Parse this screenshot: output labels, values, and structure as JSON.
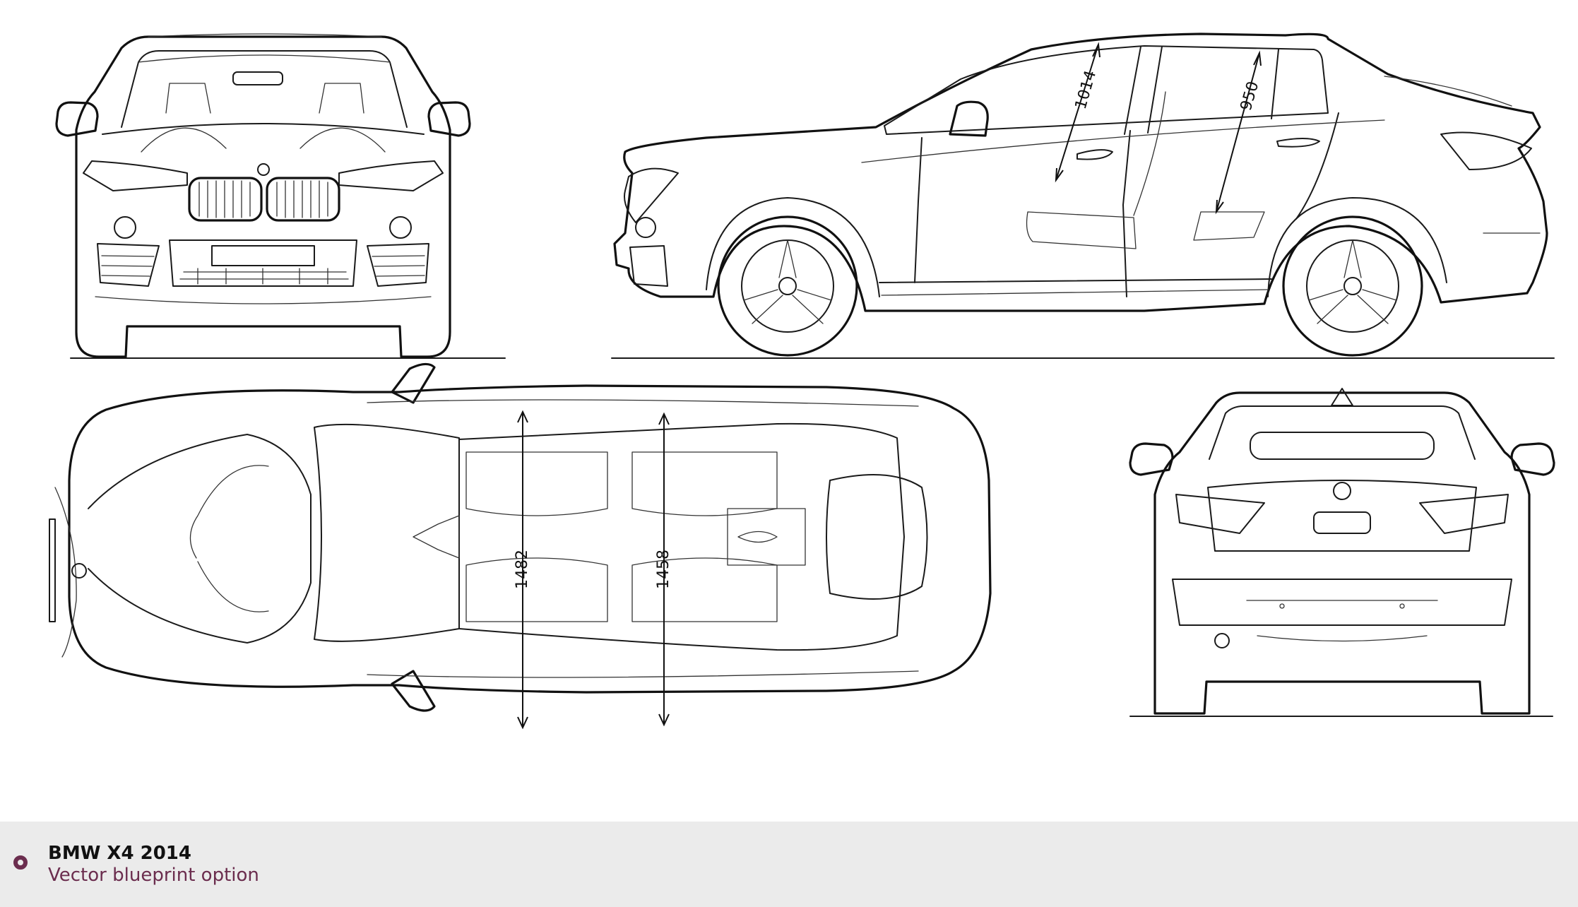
{
  "title": "BMW X4 2014",
  "subtitle": "Vector blueprint option",
  "dimensions": {
    "side_front_headroom": "1014",
    "side_rear_headroom": "950",
    "top_front_width": "1482",
    "top_rear_width": "1458"
  },
  "colors": {
    "line": "#1a1a1a",
    "footer_background": "#ebebeb",
    "accent": "#6b2d4e"
  },
  "icons": {
    "footer_bullet": "ring-bullet-icon",
    "brand_badge": "bmw-roundel-icon"
  }
}
